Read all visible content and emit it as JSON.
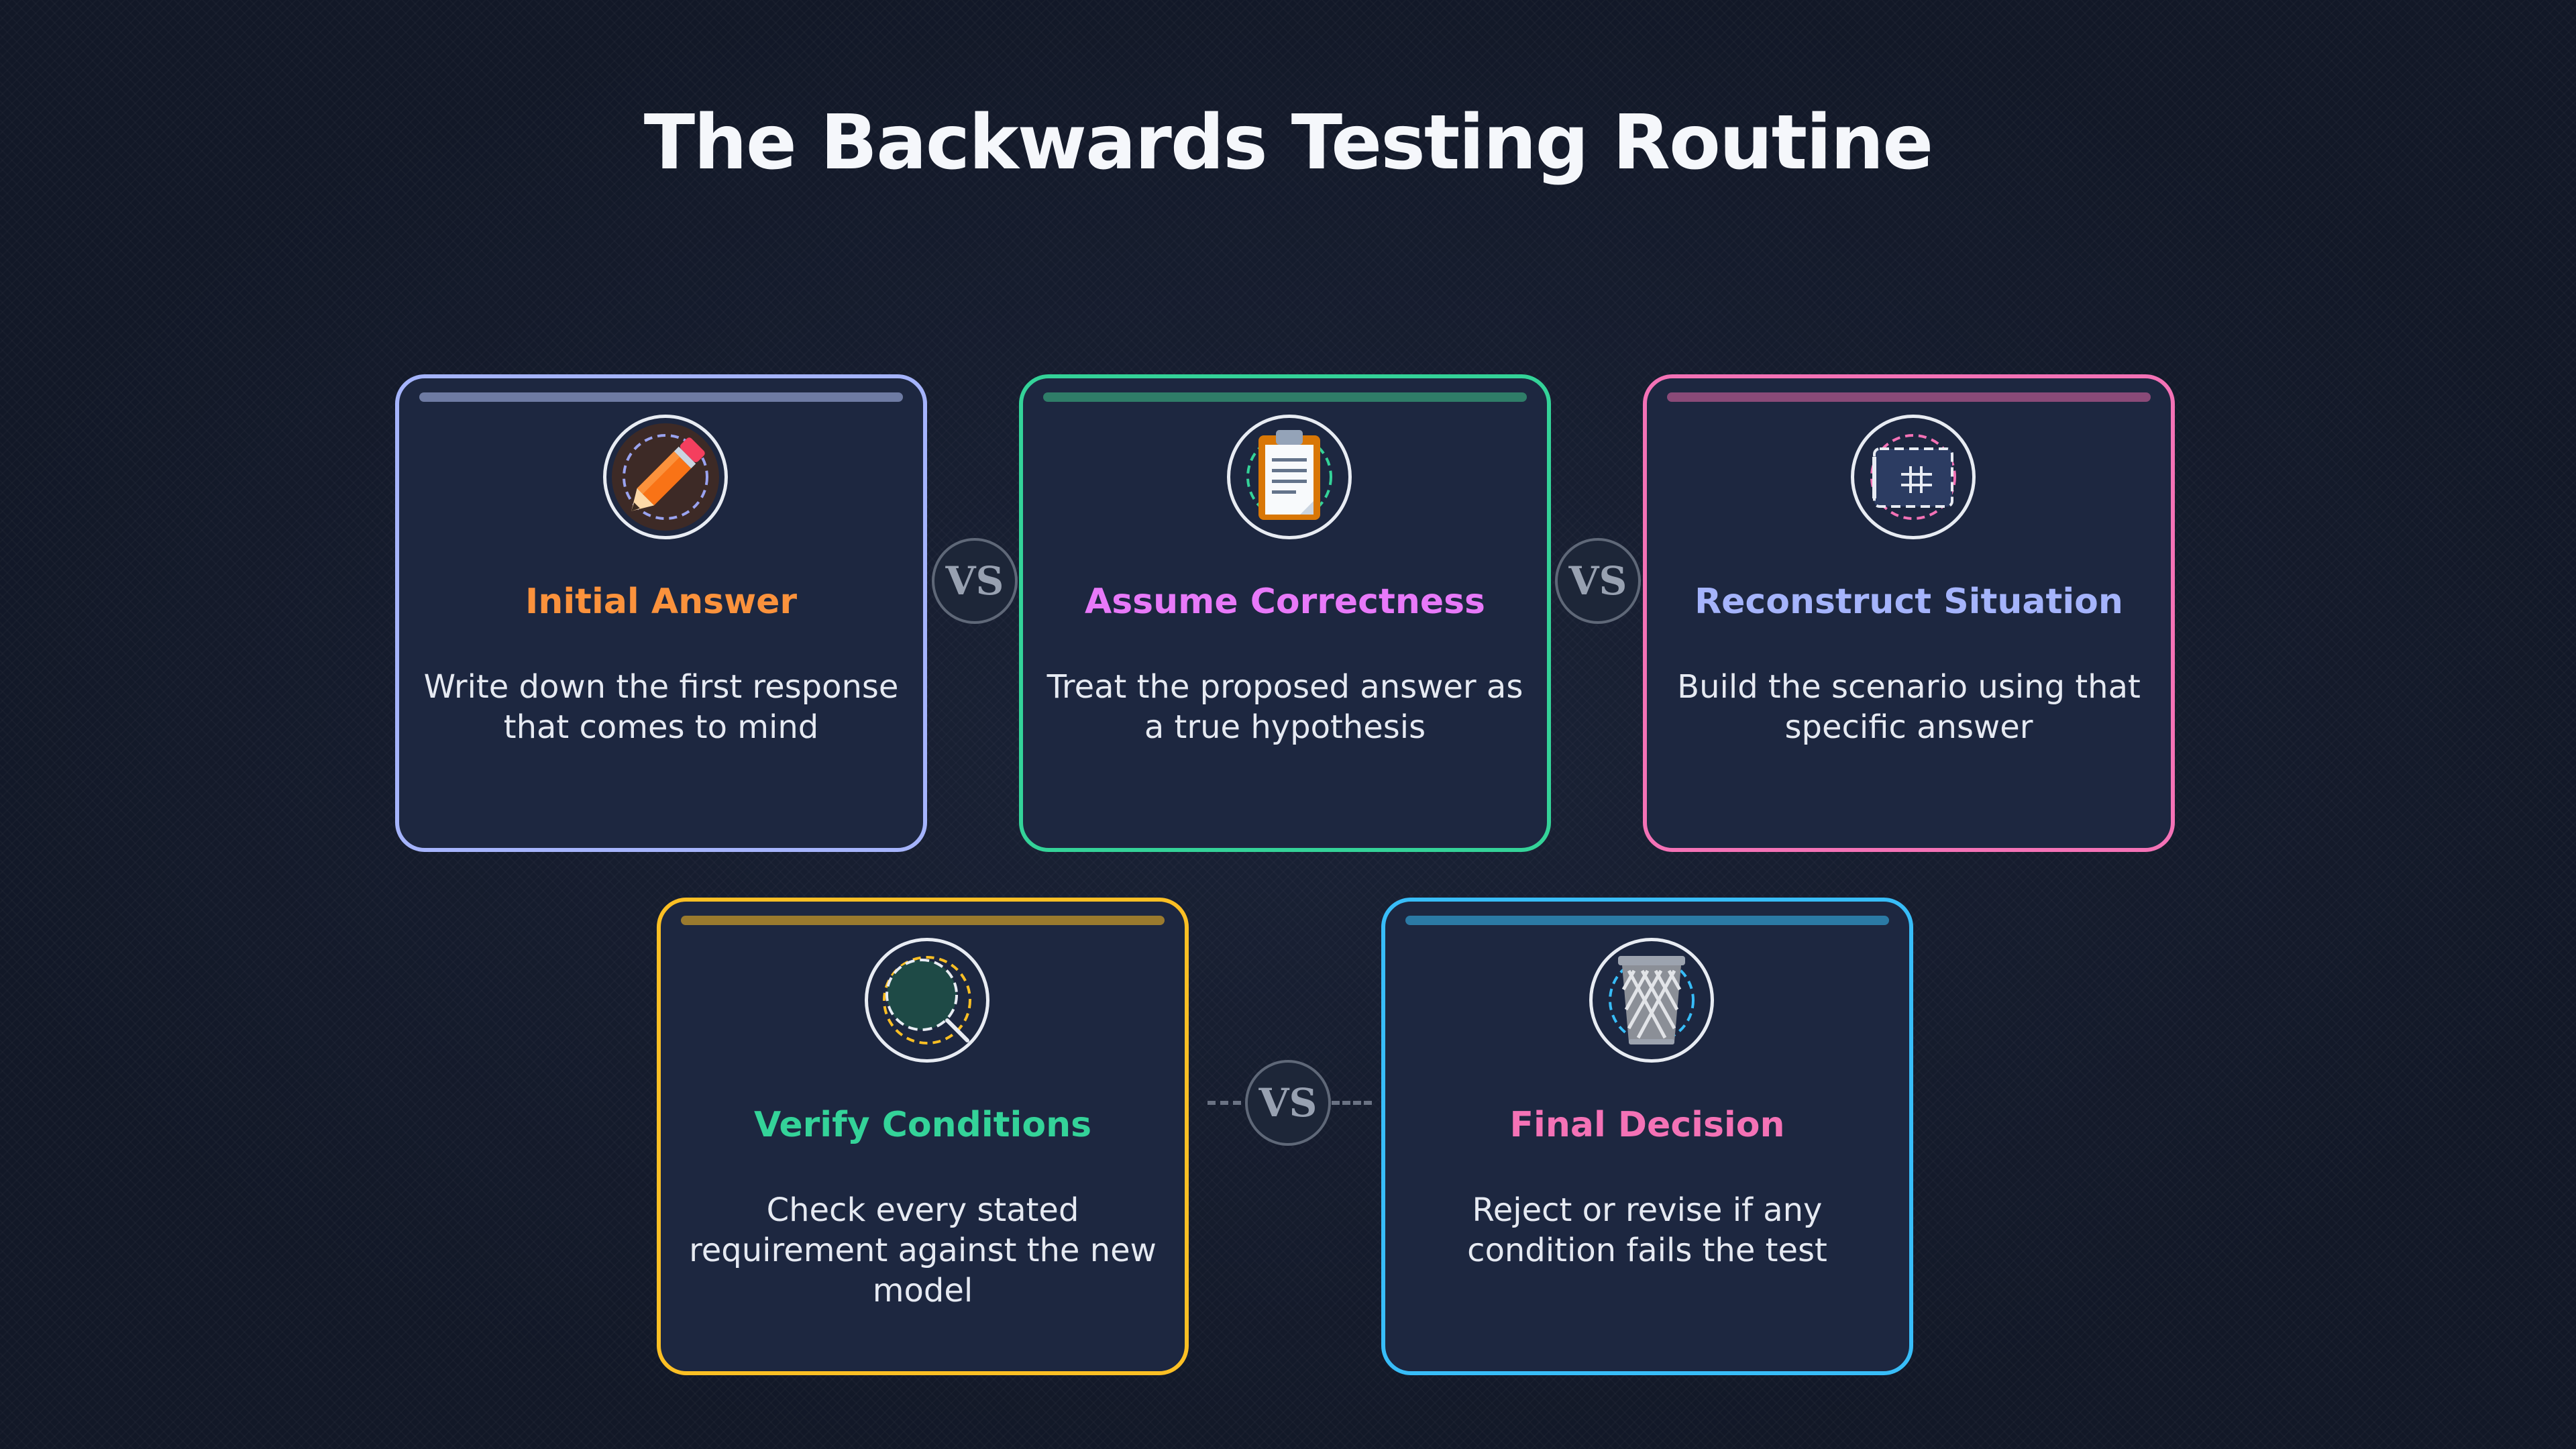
{
  "title": "The Backwards Testing Routine",
  "vs_label": "VS",
  "cards": [
    {
      "title": "Initial Answer",
      "description": "Write down the first response that comes to mind",
      "icon": "pencil-icon",
      "border_color": "#a5b4fc",
      "bar_color": "#6e7ba3",
      "title_color": "#fb923c"
    },
    {
      "title": "Assume Correctness",
      "description": "Treat the proposed answer as a true hypothesis",
      "icon": "clipboard-icon",
      "border_color": "#34d399",
      "bar_color": "#2f7d68",
      "title_color": "#e879f9"
    },
    {
      "title": "Reconstruct Situation",
      "description": "Build the scenario using that specific answer",
      "icon": "blueprint-icon",
      "border_color": "#f472b6",
      "bar_color": "#8a4a78",
      "title_color": "#a5b4fc"
    },
    {
      "title": "Verify Conditions",
      "description": "Check every stated requirement against the new model",
      "icon": "magnifier-icon",
      "border_color": "#fbbf24",
      "bar_color": "#9a7a2e",
      "title_color": "#34d399"
    },
    {
      "title": "Final Decision",
      "description": "Reject or revise if any condition fails the test",
      "icon": "wastebasket-icon",
      "border_color": "#38bdf8",
      "bar_color": "#2b7aa5",
      "title_color": "#f472b6"
    }
  ]
}
